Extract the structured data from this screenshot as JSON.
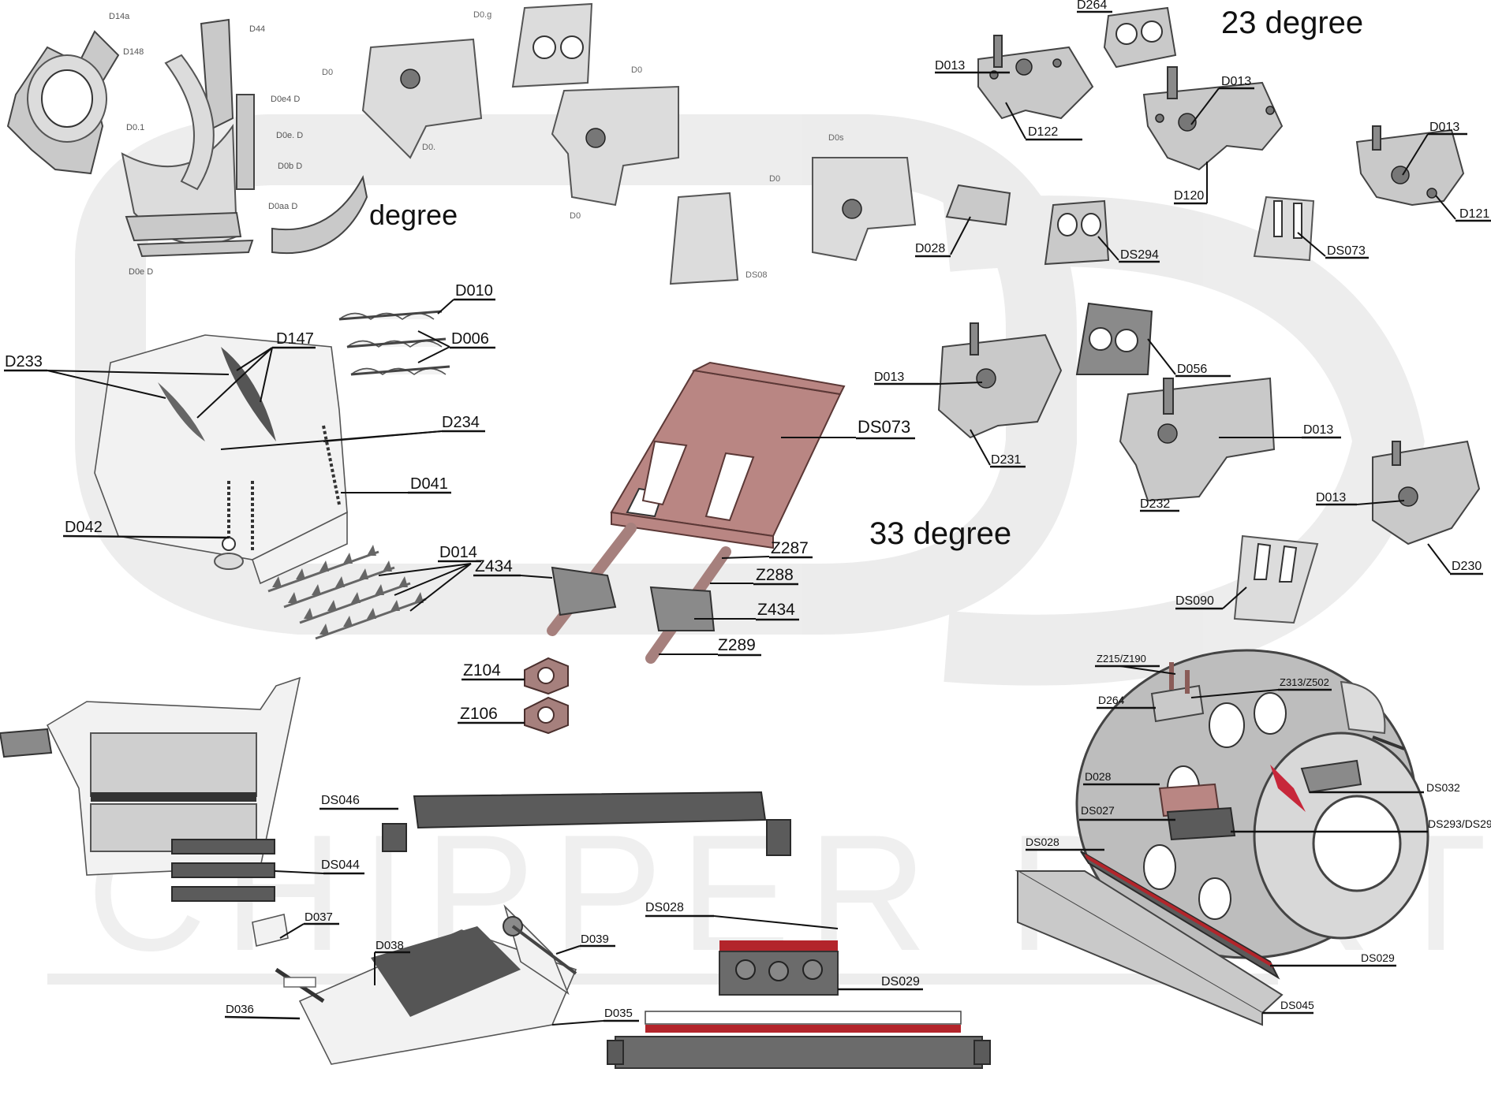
{
  "watermark": {
    "brand": "CHIPPER PARTS"
  },
  "headings": {
    "deg23": "23 degree",
    "deg33": "33 degree",
    "degree_partial": "degree"
  },
  "labels": {
    "top_ring": [
      "D14a",
      "D148",
      "D44",
      "D0.1",
      "D0e4 D",
      "D0e. D",
      "D0b D",
      "D0aa D",
      "D0e D"
    ],
    "D264_top": "D264",
    "D013_a": "D013",
    "D122": "D122",
    "D013_b": "D013",
    "D120": "D120",
    "D013_c": "D013",
    "D121": "D121",
    "D028_mid": "D028",
    "DS294": "DS294",
    "DS073_small": "DS073",
    "D010": "D010",
    "D006": "D006",
    "D147": "D147",
    "D233": "D233",
    "D234": "D234",
    "D041": "D041",
    "D042": "D042",
    "D014": "D014",
    "DS073_big": "DS073",
    "Z287": "Z287",
    "Z288": "Z288",
    "Z434_left": "Z434",
    "Z434_right": "Z434",
    "Z289": "Z289",
    "Z104": "Z104",
    "Z106": "Z106",
    "D013_d": "D013",
    "D056": "D056",
    "D231": "D231",
    "D013_e": "D013",
    "D232": "D232",
    "D013_f": "D013",
    "D230": "D230",
    "DS090": "DS090",
    "Z215_Z190": "Z215/Z190",
    "Z313_Z502": "Z313/Z502",
    "D264_drum": "D264",
    "D028_drum": "D028",
    "DS032": "DS032",
    "DS027": "DS027",
    "DS293_DS29": "DS293/DS29",
    "DS028_drum": "DS028",
    "DS029_drum": "DS029",
    "DS045": "DS045",
    "DS046": "DS046",
    "DS044": "DS044",
    "D037": "D037",
    "D038": "D038",
    "D039": "D039",
    "D036": "D036",
    "D035": "D035",
    "DS028_bottom": "DS028",
    "DS029_bottom": "DS029"
  },
  "faint_labels": [
    "D0.g",
    "D0",
    "D0",
    "D0.",
    "D0",
    "D0s",
    "D0",
    "DS08"
  ]
}
